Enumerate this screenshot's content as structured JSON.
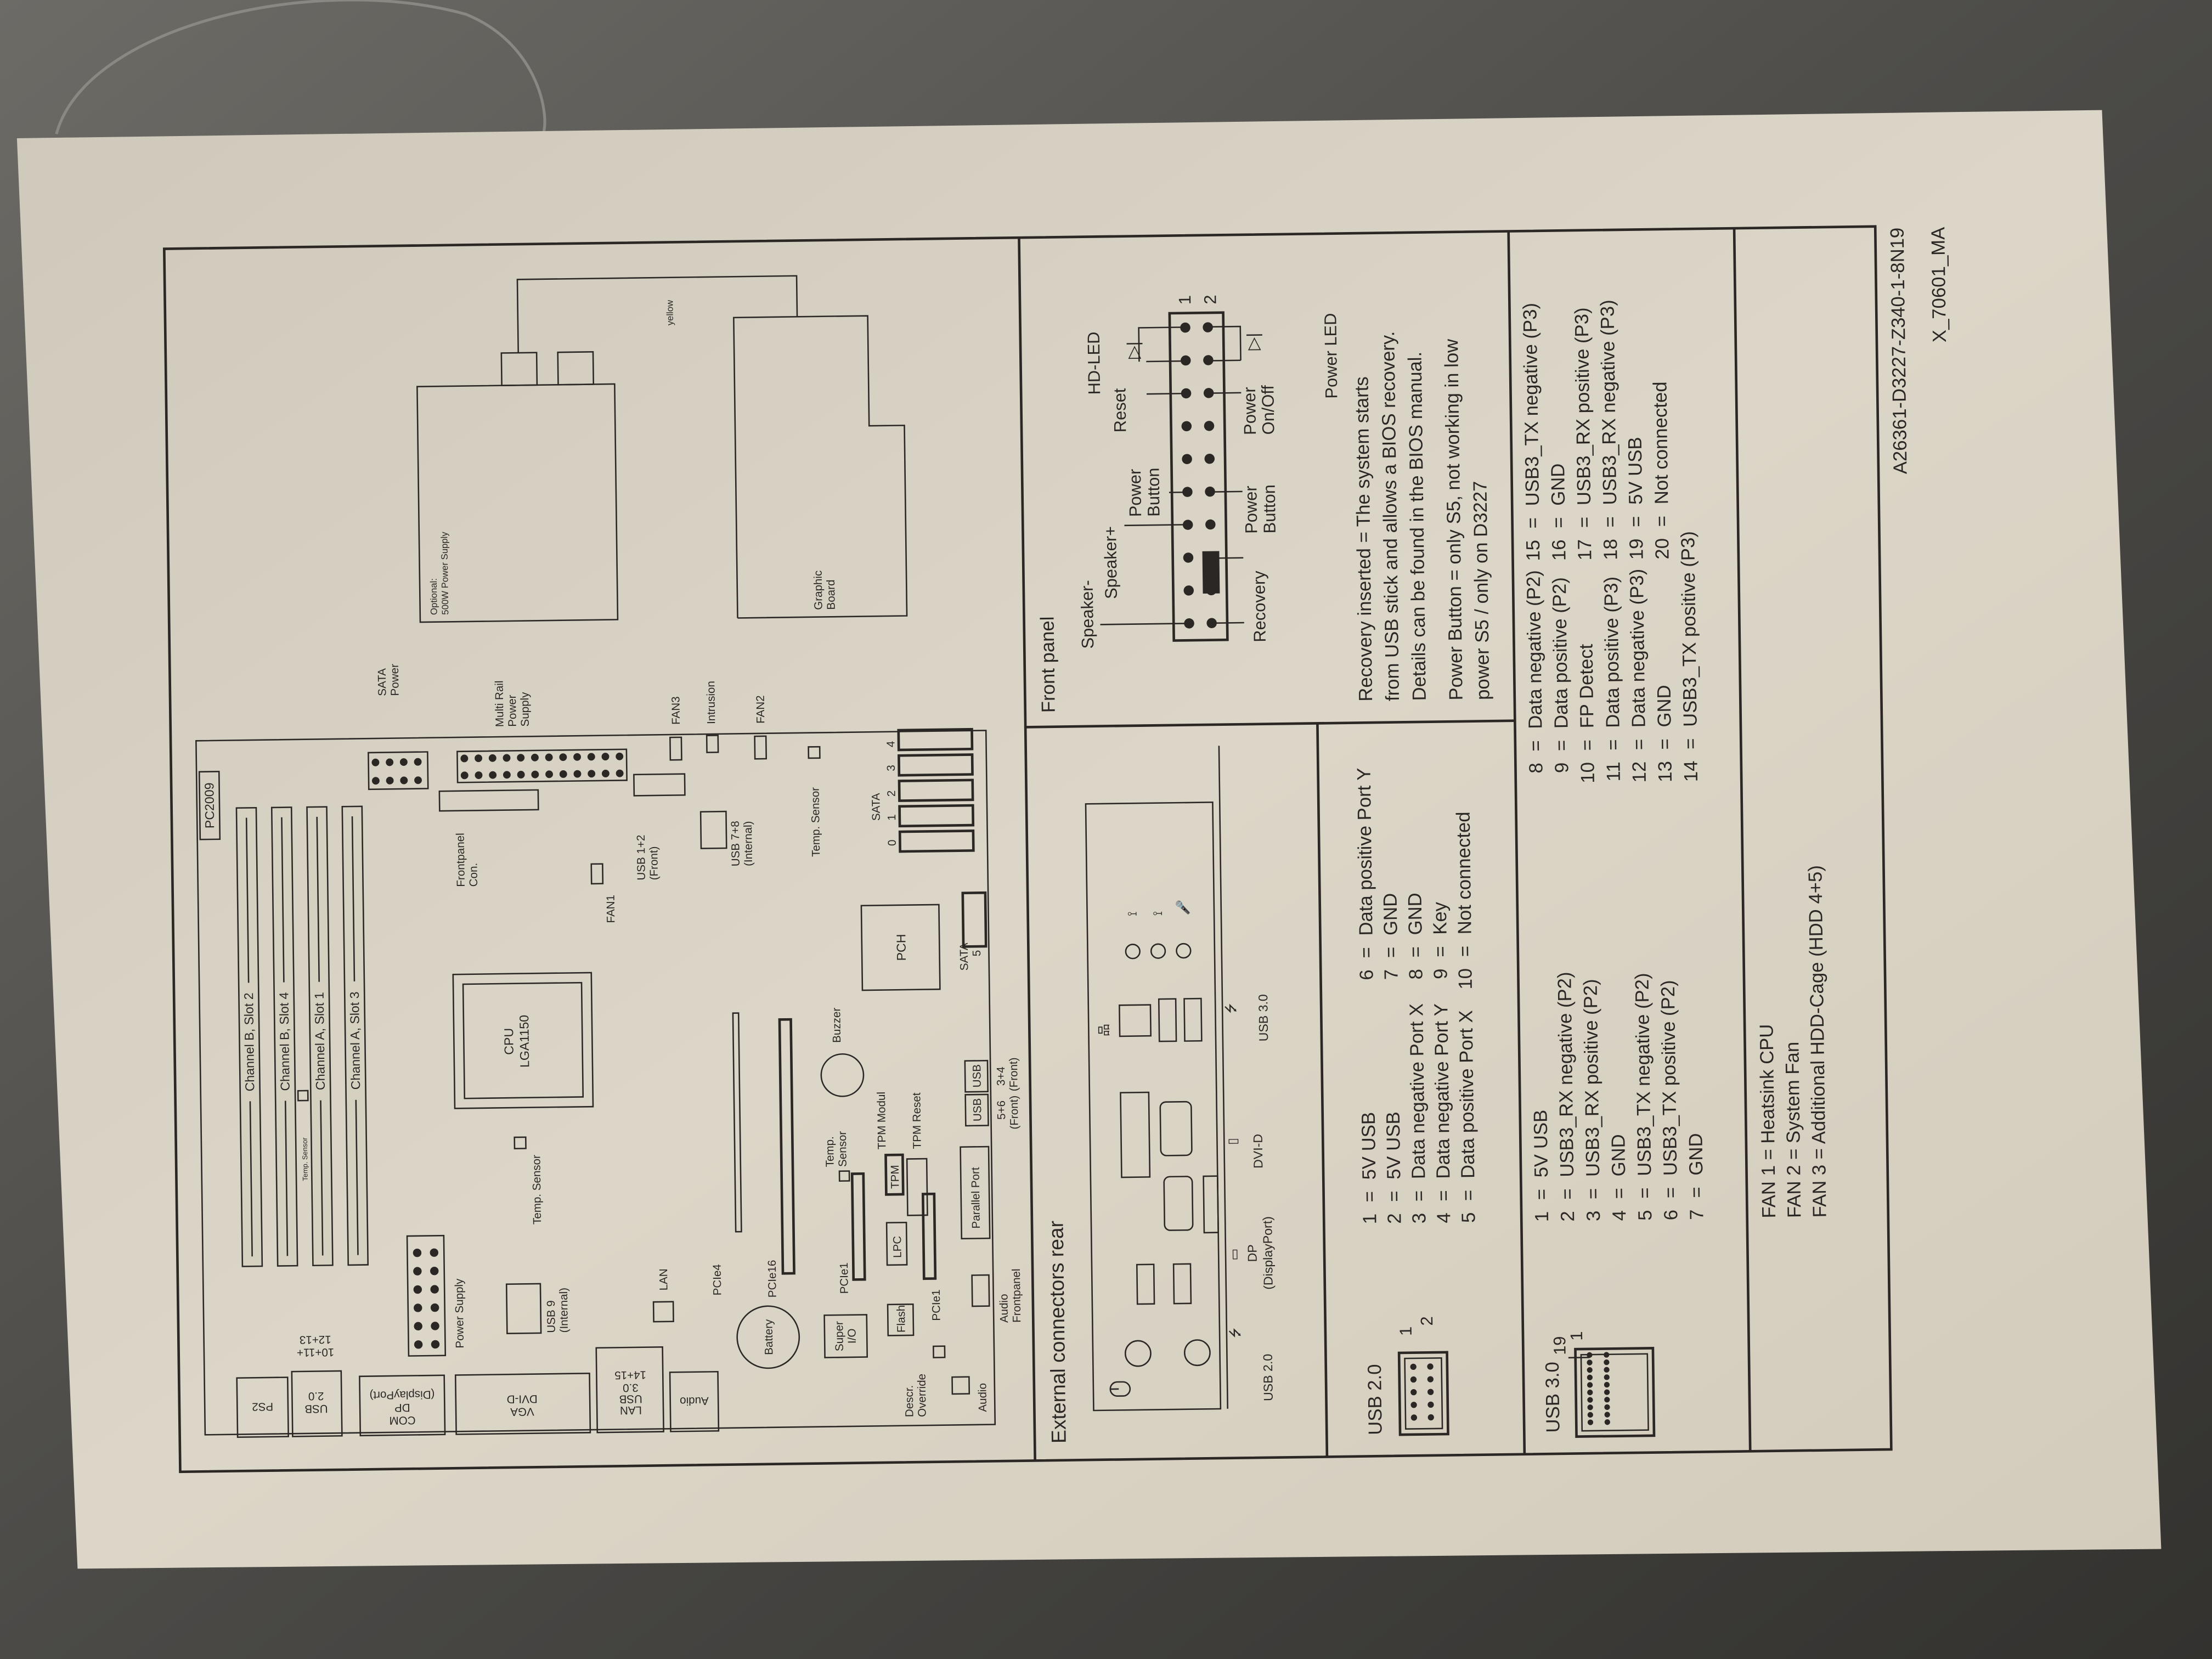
{
  "board": {
    "model": "PC2009",
    "ram_slots": [
      "Channel B, Slot 2",
      "Channel B, Slot 4",
      "Channel A, Slot 1",
      "Channel A, Slot 3"
    ],
    "ram_temp_sensor": "Temp. Sensor",
    "rear_ports": {
      "ps2": [
        "PS2"
      ],
      "usb20": [
        "USB",
        "2.0"
      ],
      "com_dp": [
        "COM",
        "DP",
        "(DisplayPort)"
      ],
      "vga_dvi": [
        "VGA",
        "DVI-D"
      ],
      "lan_usb3": [
        "LAN",
        "USB",
        "3.0",
        "14+15"
      ],
      "audio": [
        "Audio"
      ]
    },
    "usb_rear_numbers": [
      "10+11+",
      "12+13"
    ],
    "power_supply": "Power Supply",
    "temp_sensor_cpu": "Temp. Sensor",
    "cpu": [
      "CPU",
      "LGA1150"
    ],
    "frontpanel_con": [
      "Frontpanel",
      "Con."
    ],
    "multi_rail": [
      "Multi Rail",
      "Power",
      "Supply"
    ],
    "sata_power": [
      "SATA",
      "Power"
    ],
    "usb9": [
      "USB 9",
      "(Internal)"
    ],
    "lan": "LAN",
    "fan1": "FAN1",
    "usb12": [
      "USB 1+2",
      "(Front)"
    ],
    "fan3": "FAN3",
    "intrusion": "Intrusion",
    "fan2": "FAN2",
    "usb78": [
      "USB 7+8",
      "(Internal)"
    ],
    "temp_sensor_sata": "Temp. Sensor",
    "sata": "SATA",
    "sata_numbers": [
      "0",
      "1",
      "2",
      "3",
      "4"
    ],
    "sata5": [
      "SATA",
      "5"
    ],
    "pch": "PCH",
    "pcie4": "PCIe4",
    "pcie16": "PCIe16",
    "pcie1": "PCIe1",
    "pcie1_b": "PCIe1",
    "battery": "Battery",
    "super_io": [
      "Super",
      "I/O"
    ],
    "flash": "Flash",
    "descr_override": [
      "Descr.",
      "Override"
    ],
    "audio": "Audio",
    "audio_frontpanel": [
      "Audio",
      "Frontpanel"
    ],
    "parallel_port": "Parallel Port",
    "usb_front": [
      "USB",
      "USB"
    ],
    "usb_front_numbers": [
      "5+6",
      "3+4"
    ],
    "usb_front_sub": [
      "(Front)",
      "(Front)"
    ],
    "buzzer": "Buzzer",
    "tpm_modul": "TPM Modul",
    "tpm_reset": "TPM Reset",
    "lpc": "LPC",
    "tpm": "TPM",
    "temp_sensor_tpm": [
      "Temp.",
      "Sensor"
    ]
  },
  "chassis": {
    "optional_psu": [
      "Optional:",
      "500W Power Supply"
    ],
    "cable_color": "yellow",
    "graphic_board": [
      "Graphic",
      "Board"
    ]
  },
  "rear_connectors": {
    "title": "External connectors rear",
    "labels": {
      "usb20": "USB 2.0",
      "dp": [
        "DP",
        "(DisplayPort)"
      ],
      "dvi": "DVI-D",
      "usb30": "USB 3.0"
    }
  },
  "front_panel": {
    "title": "Front panel",
    "pin_numbers": [
      "1",
      "2"
    ],
    "labels": {
      "speaker_minus": "Speaker-",
      "speaker_plus": "Speaker+",
      "power_button_top": [
        "Power",
        "Button"
      ],
      "reset": "Reset",
      "hd_led": "HD-LED",
      "recovery": "Recovery",
      "power_button_bottom": [
        "Power",
        "Button"
      ],
      "power_on_off": [
        "Power",
        "On/Off"
      ],
      "power_led": "Power LED"
    },
    "notes": [
      [
        "Recovery inserted = The system starts",
        "from USB stick and allows a BIOS recovery.",
        "Details can be found in the BIOS manual."
      ],
      [
        "Power Button = only S5, not working in low",
        "power S5 / only on D3227"
      ]
    ]
  },
  "usb2": {
    "title": "USB 2.0",
    "header_numbers": [
      "1",
      "2"
    ],
    "pins": [
      {
        "n": "1",
        "desc": "5V USB"
      },
      {
        "n": "2",
        "desc": "5V USB"
      },
      {
        "n": "3",
        "desc": "Data negative Port X"
      },
      {
        "n": "4",
        "desc": "Data negative Port Y"
      },
      {
        "n": "5",
        "desc": "Data positive Port X"
      },
      {
        "n": "6",
        "desc": "Data positive Port Y"
      },
      {
        "n": "7",
        "desc": "GND"
      },
      {
        "n": "8",
        "desc": "GND"
      },
      {
        "n": "9",
        "desc": "Key"
      },
      {
        "n": "10",
        "desc": "Not connected"
      }
    ]
  },
  "usb3": {
    "title": "USB 3.0",
    "header_numbers": [
      "19",
      "1"
    ],
    "pins": [
      {
        "n": "1",
        "desc": "5V USB"
      },
      {
        "n": "2",
        "desc": "USB3_RX negative (P2)"
      },
      {
        "n": "3",
        "desc": "USB3_RX positive (P2)"
      },
      {
        "n": "4",
        "desc": "GND"
      },
      {
        "n": "5",
        "desc": "USB3_TX negative (P2)"
      },
      {
        "n": "6",
        "desc": "USB3_TX positive (P2)"
      },
      {
        "n": "7",
        "desc": "GND"
      },
      {
        "n": "8",
        "desc": "Data negative (P2)"
      },
      {
        "n": "9",
        "desc": "Data positive (P2)"
      },
      {
        "n": "10",
        "desc": "FP Detect"
      },
      {
        "n": "11",
        "desc": "Data positive (P3)"
      },
      {
        "n": "12",
        "desc": "Data negative (P3)"
      },
      {
        "n": "13",
        "desc": "GND"
      },
      {
        "n": "14",
        "desc": "USB3_TX positive (P3)"
      },
      {
        "n": "15",
        "desc": "USB3_TX negative (P3)"
      },
      {
        "n": "16",
        "desc": "GND"
      },
      {
        "n": "17",
        "desc": "USB3_RX positive (P3)"
      },
      {
        "n": "18",
        "desc": "USB3_RX negative (P3)"
      },
      {
        "n": "19",
        "desc": "5V USB"
      },
      {
        "n": "20",
        "desc": "Not connected"
      }
    ]
  },
  "fans": [
    "FAN 1 = Heatsink CPU",
    "FAN 2 = System Fan",
    "FAN 3 = Additional HDD-Cage (HDD 4+5)"
  ],
  "codes": {
    "part_number": "A26361-D3227-Z340-1-8N19",
    "document_id": "X_70601_MA"
  },
  "colors": {
    "paper": "#dcd6c8",
    "ink": "#2b2725",
    "background": "#3c3b39"
  }
}
